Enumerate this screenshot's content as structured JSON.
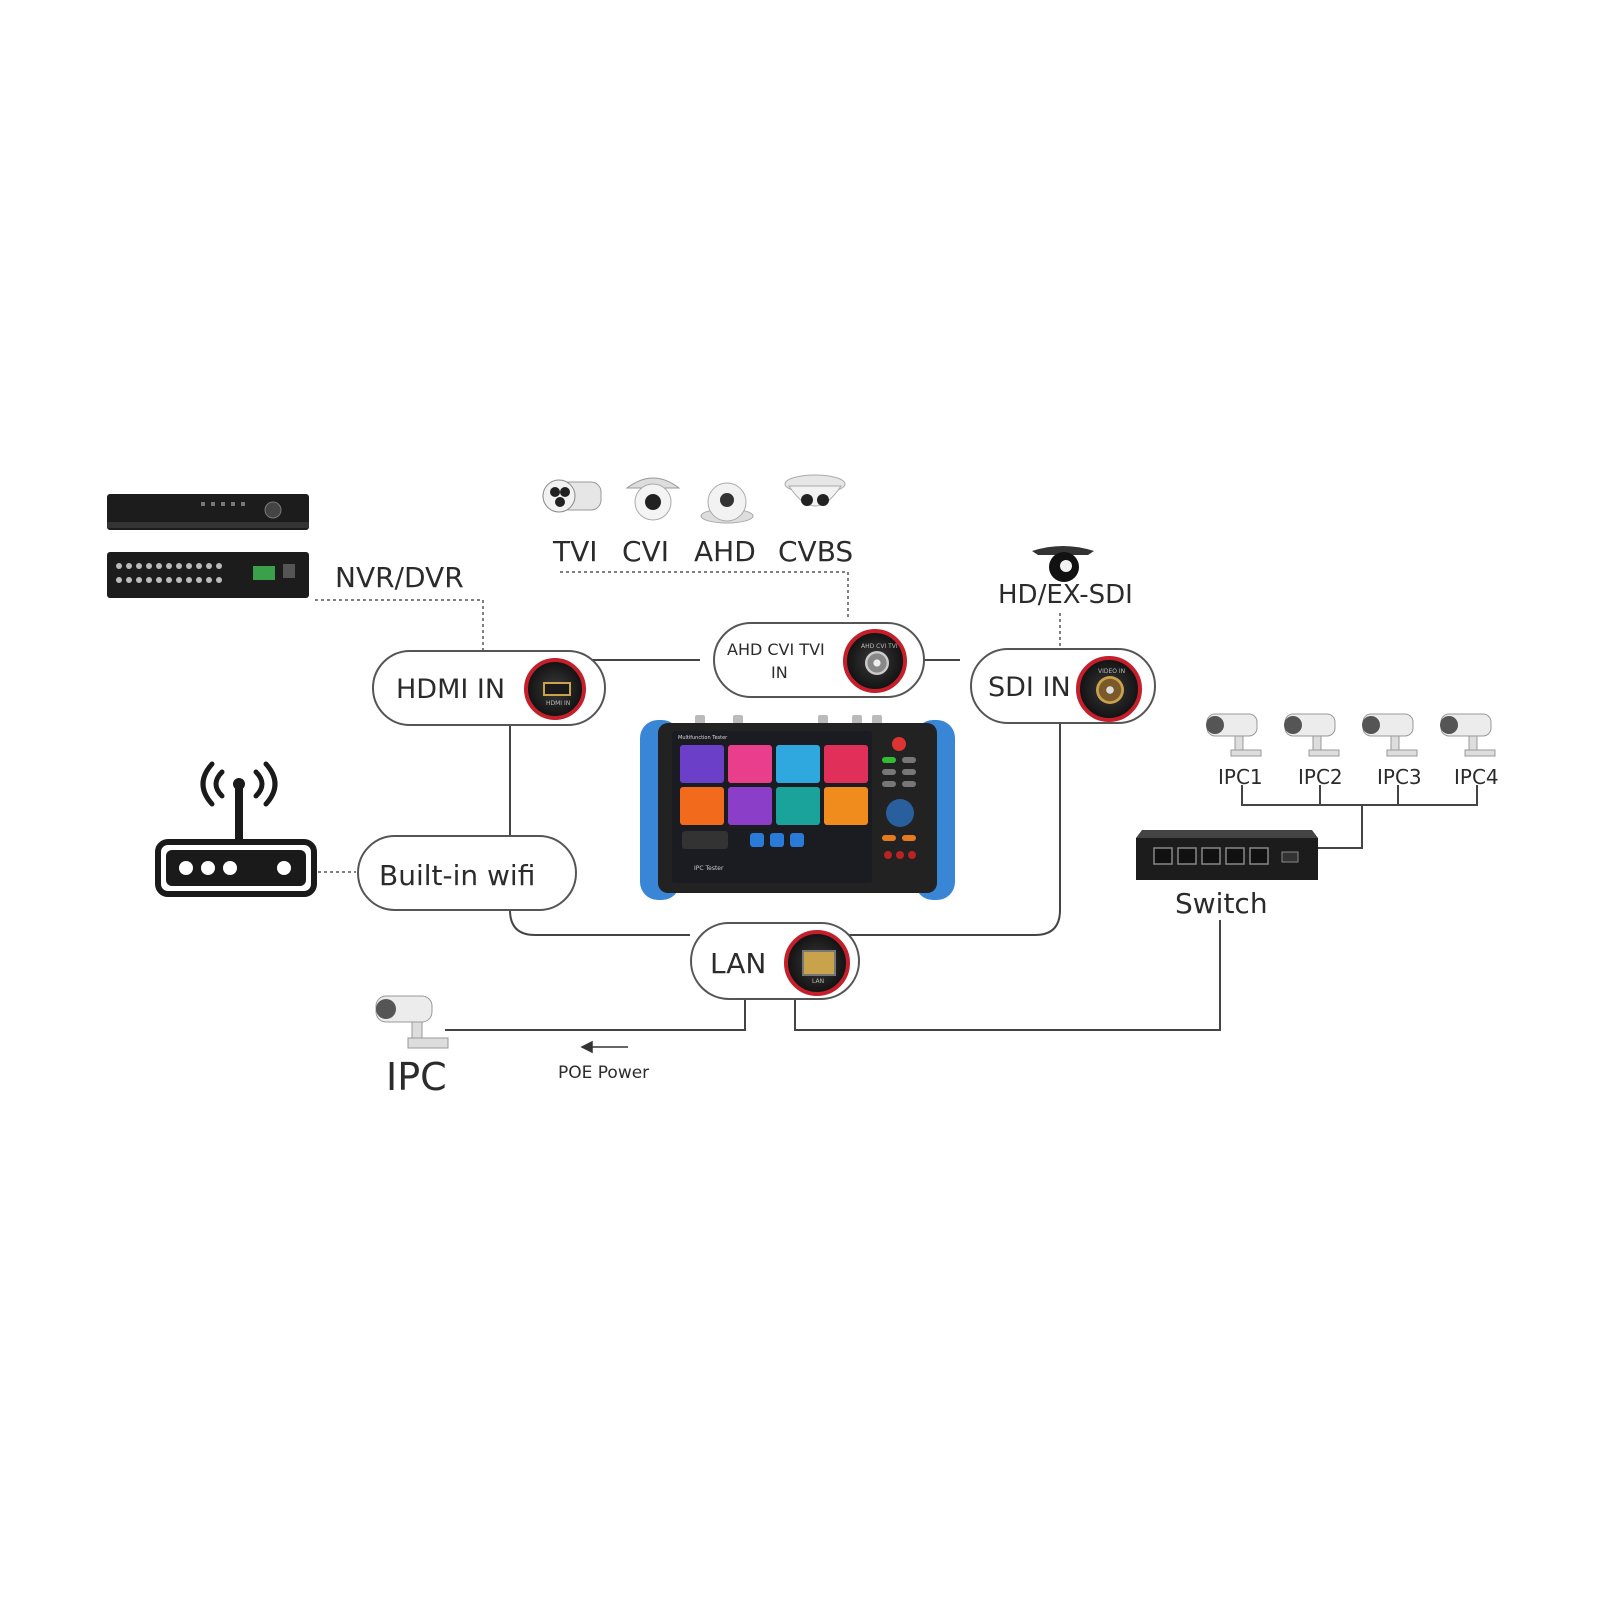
{
  "camera_labels": [
    "TVI",
    "CVI",
    "AHD",
    "CVBS"
  ],
  "nvr_label": "NVR/DVR",
  "sdi_camera_label": "HD/EX-SDI",
  "ports": {
    "hdmi": "HDMI IN",
    "ahd_line1": "AHD CVI TVI",
    "ahd_line2": "IN",
    "sdi": "SDI IN",
    "wifi": "Built-in wifi",
    "lan": "LAN"
  },
  "port_captions": {
    "hdmi": "HDMI IN",
    "ahd": "AHD CVI TVI",
    "sdi": "VIDEO IN",
    "lan": "LAN"
  },
  "ipc_labels": [
    "IPC1",
    "IPC2",
    "IPC3",
    "IPC4"
  ],
  "switch_label": "Switch",
  "ipc_label": "IPC",
  "poe_label": "POE Power",
  "device": {
    "header": "Multifunction Tester",
    "footer": "IPC Tester",
    "body_color": "#3a86d6",
    "tile_colors": [
      "#6c3fc9",
      "#e83e8c",
      "#2fa8e0",
      "#e0305a",
      "#f26a1b",
      "#8b3fc9",
      "#1aa39a",
      "#f08c1e"
    ]
  }
}
